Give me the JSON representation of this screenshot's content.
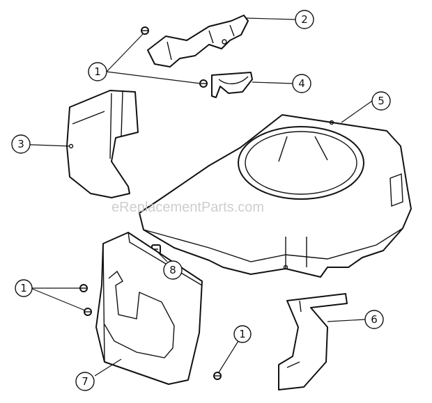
{
  "watermark": "eReplacementParts.com",
  "callouts": [
    {
      "label": "1"
    },
    {
      "label": "2"
    },
    {
      "label": "3"
    },
    {
      "label": "4"
    },
    {
      "label": "5"
    },
    {
      "label": "6"
    },
    {
      "label": "7"
    },
    {
      "label": "8"
    },
    {
      "label": "1"
    },
    {
      "label": "1"
    }
  ]
}
